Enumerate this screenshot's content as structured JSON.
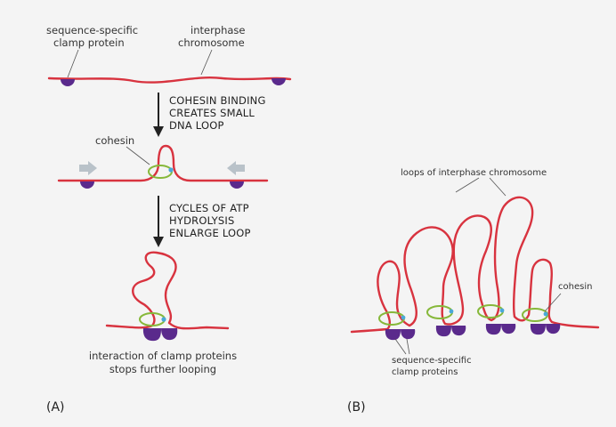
{
  "colors": {
    "background": "#f4f4f4",
    "chromosome": "#d8333f",
    "clamp_protein": "#5a2a8c",
    "cohesin_ring": "#86b83a",
    "cohesin_link": "#4aa8d8",
    "push_arrow": "#b9c2c9",
    "step_arrow": "#222222"
  },
  "panel_a": {
    "panel_label": "(A)",
    "clamp_label_line1": "sequence-specific",
    "clamp_label_line2": "clamp protein",
    "chromosome_label_line1": "interphase",
    "chromosome_label_line2": "chromosome",
    "step1_line1": "COHESIN BINDING",
    "step1_line2": "CREATES SMALL",
    "step1_line3": "DNA LOOP",
    "cohesin_label": "cohesin",
    "step2_line1": "CYCLES OF ATP",
    "step2_line2": "HYDROLYSIS",
    "step2_line3": "ENLARGE LOOP",
    "caption_line1": "interaction of clamp proteins",
    "caption_line2": "stops further looping"
  },
  "panel_b": {
    "panel_label": "(B)",
    "loops_label": "loops of interphase chromosome",
    "cohesin_label": "cohesin",
    "clamp_label_line1": "sequence-specific",
    "clamp_label_line2": "clamp proteins"
  }
}
